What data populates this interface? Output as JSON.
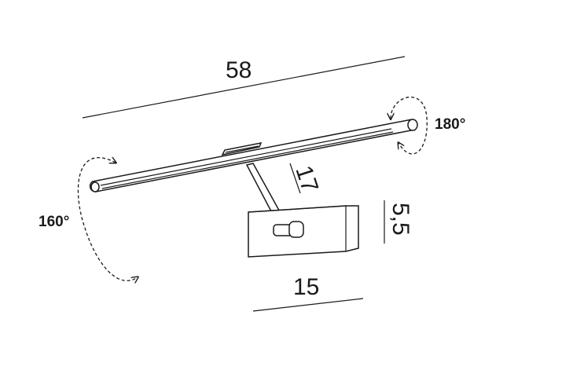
{
  "dimensions": {
    "length": "58",
    "arm": "17",
    "base_width": "15",
    "base_height": "5,5"
  },
  "rotations": {
    "left": "160°",
    "right": "180°"
  },
  "colors": {
    "line": "#1a1a1a",
    "background": "#ffffff"
  }
}
